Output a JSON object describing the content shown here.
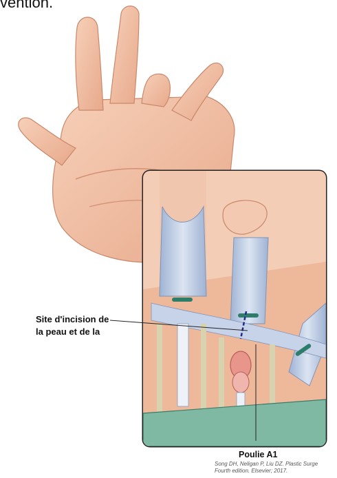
{
  "header": {
    "partial_text": "vention."
  },
  "labels": {
    "incision_line1": "Site d'incision de",
    "incision_line2": "la peau et de la",
    "pulley": "Poulie A1"
  },
  "citation": {
    "line1": "Song DH, Neligan P, Liu DZ. Plastic Surge",
    "line2": "Fourth edition. Elsevier; 2017."
  },
  "colors": {
    "skin": "#f2c0a4",
    "skin_shadow": "#d9937a",
    "tendon_sheath": "#b9c9e0",
    "pulley_accent": "#2e7d6b",
    "nerve": "#d8d3ae",
    "incision_dash": "#1f2a8a"
  }
}
